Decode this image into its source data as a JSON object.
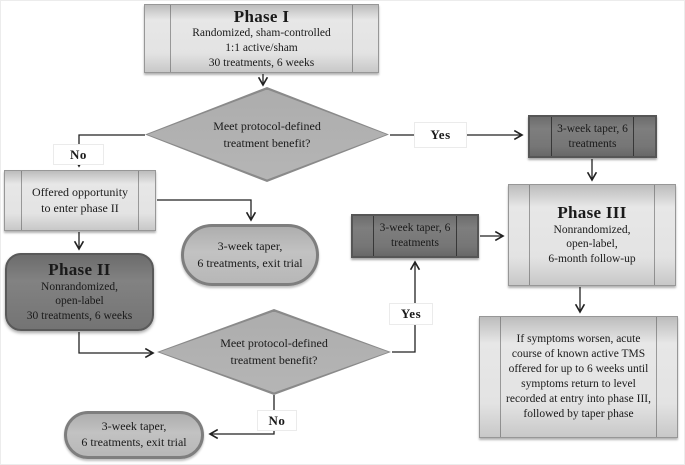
{
  "flowchart": {
    "phase1": {
      "title": "Phase I",
      "line1": "Randomized, sham-controlled",
      "line2": "1:1 active/sham",
      "line3": "30 treatments, 6 weeks"
    },
    "decision1": {
      "line1": "Meet protocol-defined",
      "line2": "treatment benefit?"
    },
    "yes1": "Yes",
    "no1": "No",
    "taper_right": {
      "line1": "3-week taper, 6",
      "line2": "treatments"
    },
    "phase3": {
      "title": "Phase III",
      "line1": "Nonrandomized,",
      "line2": "open-label,",
      "line3": "6-month follow-up"
    },
    "worsen": {
      "text": "If symptoms worsen, acute course of known active TMS offered for up to 6 weeks until symptoms return to level recorded at entry into phase III, followed by taper phase"
    },
    "offered": {
      "line1": "Offered opportunity",
      "line2": "to enter phase II"
    },
    "phase2": {
      "title": "Phase II",
      "line1": "Nonrandomized,",
      "line2": "open-label",
      "line3": "30 treatments, 6 weeks"
    },
    "exit_top": {
      "line1": "3-week taper,",
      "line2": "6 treatments, exit trial"
    },
    "taper_mid": {
      "line1": "3-week taper, 6",
      "line2": "treatments"
    },
    "decision2": {
      "line1": "Meet protocol-defined",
      "line2": "treatment benefit?"
    },
    "yes2": "Yes",
    "no2": "No",
    "exit_bottom": {
      "line1": "3-week taper,",
      "line2": "6 treatments, exit trial"
    }
  },
  "colors": {
    "light_box": "#e3e3e3",
    "dark_box": "#767676",
    "diamond": "#b1b1b1",
    "stadium": "#bcbcbc",
    "connector": "#222222",
    "background": "#ffffff"
  }
}
